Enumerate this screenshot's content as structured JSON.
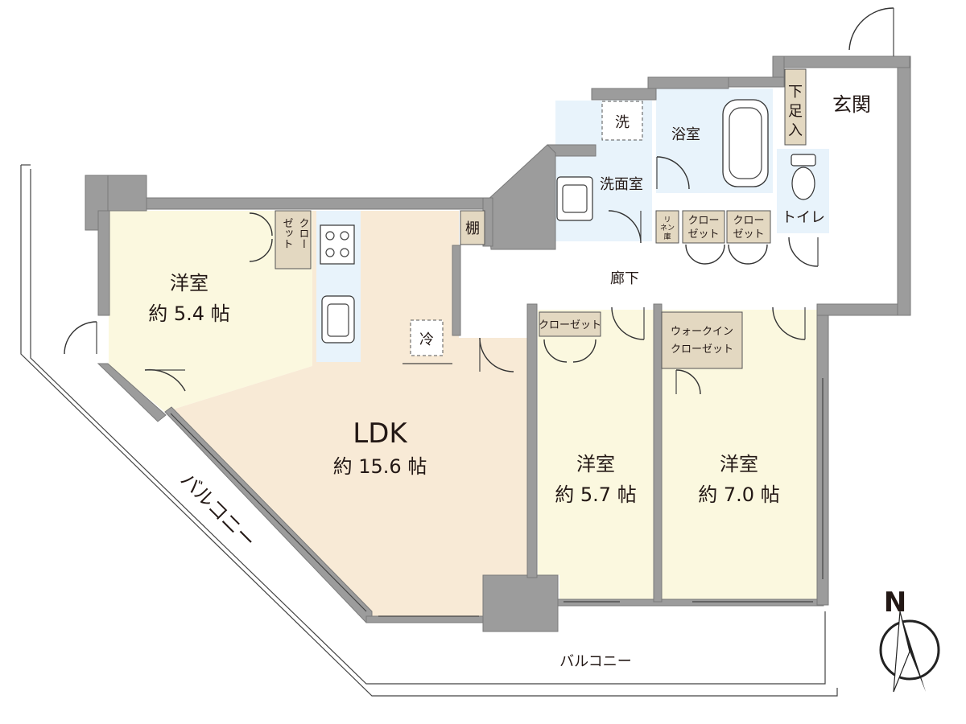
{
  "rooms": {
    "ldk": {
      "name": "LDK",
      "size": "約 15.6 帖",
      "color": "#f8ead6"
    },
    "western_left": {
      "name": "洋室",
      "size": "約 5.4 帖",
      "color": "#fbf8df"
    },
    "western_mid": {
      "name": "洋室",
      "size": "約 5.7 帖",
      "color": "#fbf8df"
    },
    "western_right": {
      "name": "洋室",
      "size": "約 7.0 帖",
      "color": "#fbf8df"
    },
    "washroom": {
      "name": "洗面室",
      "color": "#e8f3fb"
    },
    "bath": {
      "name": "浴室",
      "color": "#e8f3fb"
    },
    "toilet": {
      "name": "トイレ",
      "color": "#e8f3fb"
    },
    "entrance": {
      "name": "玄関",
      "color": "#ffffff"
    },
    "corridor": {
      "name": "廊下",
      "color": "#ffffff"
    }
  },
  "storage": {
    "closet_left": [
      "クロー",
      "ゼット"
    ],
    "shoe_box": [
      "下",
      "足",
      "入"
    ],
    "shelf": "棚",
    "linen": [
      "リ",
      "ネン",
      "庫"
    ],
    "closet_a": [
      "クロー",
      "ゼット"
    ],
    "closet_b": [
      "クロー",
      "ゼット"
    ],
    "closet_mid": "クローゼット",
    "walkin": [
      "ウォークイン",
      "クローゼット"
    ],
    "color": "#e3d8c1"
  },
  "fixtures": {
    "washer": "洗",
    "fridge": "冷"
  },
  "balcony": {
    "bottom": "バルコニー",
    "diagonal": "バルコニー"
  },
  "compass": {
    "north": "N"
  },
  "colors": {
    "wall": "#9c9c9c",
    "kitchen": "#e8f3fb",
    "line": "#333333"
  }
}
